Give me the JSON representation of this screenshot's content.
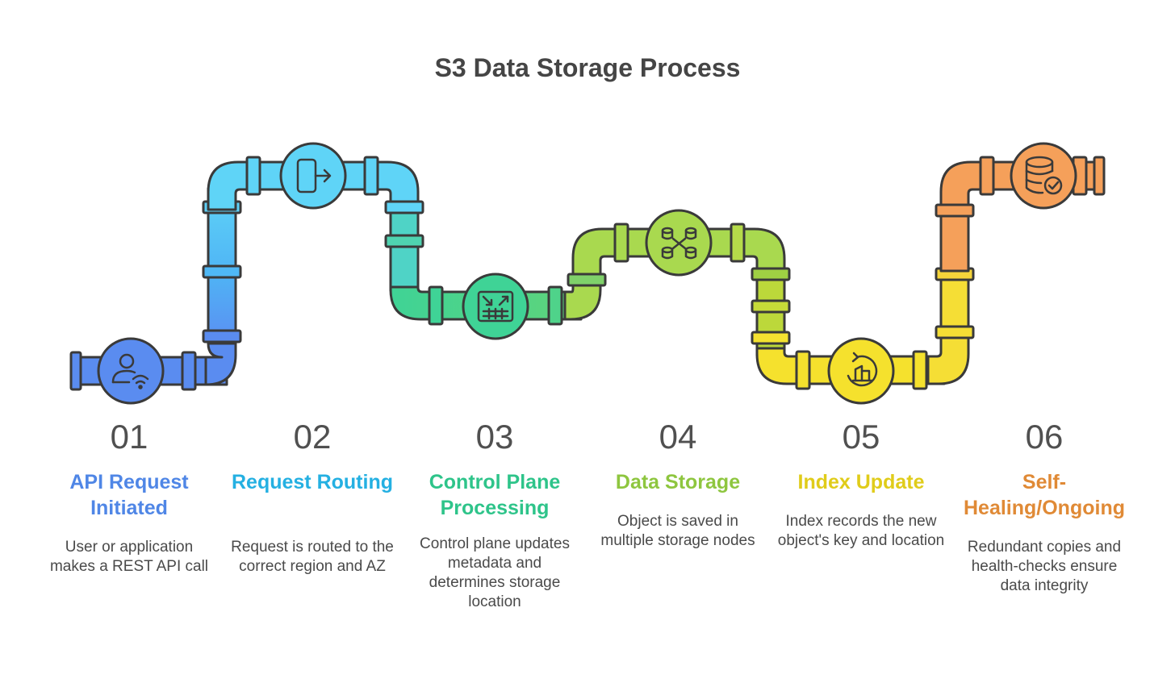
{
  "title": "S3 Data Storage Process",
  "steps": [
    {
      "number": "01",
      "title": "API Request Initiated",
      "description": "User or application makes a REST API call",
      "color": "#4f86e6",
      "icon": "user-wifi-icon"
    },
    {
      "number": "02",
      "title": "Request Routing",
      "description": "Request is routed to the correct region and AZ",
      "color": "#24b0e2",
      "icon": "device-arrow-out-icon"
    },
    {
      "number": "03",
      "title": "Control Plane Processing",
      "description": "Control plane updates metadata and determines storage location",
      "color": "#2ec48a",
      "icon": "control-panel-icon"
    },
    {
      "number": "04",
      "title": "Data Storage",
      "description": "Object is saved in multiple storage nodes",
      "color": "#8ec63f",
      "icon": "distributed-database-icon"
    },
    {
      "number": "05",
      "title": "Index Update",
      "description": "Index records the new object's key and location",
      "color": "#e0cc1a",
      "icon": "index-refresh-icon"
    },
    {
      "number": "06",
      "title": "Self-Healing/Ongoing",
      "description": "Redundant copies and health-checks ensure data integrity",
      "color": "#e08a36",
      "icon": "database-check-icon"
    }
  ]
}
